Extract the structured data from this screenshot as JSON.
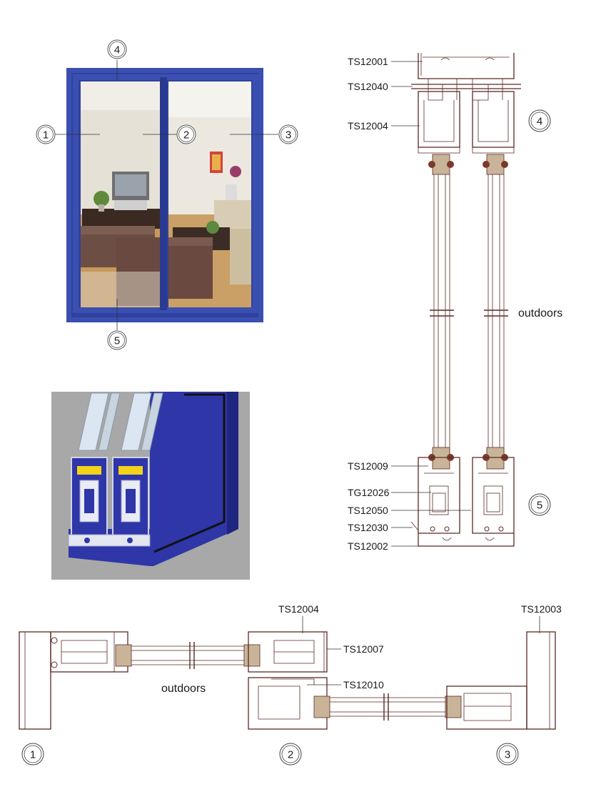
{
  "window_photo": {
    "markers": [
      "1",
      "2",
      "3",
      "4",
      "5"
    ],
    "colors": {
      "frame": "#3b4fb0",
      "frame_dark": "#2a3a90",
      "wall": "#e7e2d8",
      "floor": "#c89a5a"
    }
  },
  "vertical_section": {
    "labels": [
      "TS12001",
      "TS12040",
      "TS12004",
      "TS12009",
      "TG12026",
      "TS12050",
      "TS12030",
      "TS12002"
    ],
    "side_note": "outdoors",
    "markers": [
      "4",
      "5"
    ]
  },
  "horizontal_section": {
    "labels": [
      "TS12004",
      "TS12007",
      "TS12010",
      "TS12003"
    ],
    "side_note": "outdoors",
    "markers": [
      "1",
      "2",
      "3"
    ]
  },
  "cutaway": {
    "colors": {
      "background": "#a8a8a8",
      "profile": "#2e36a8",
      "gasket": "#f2d21a",
      "glass": "#dbe6f2"
    }
  },
  "colors": {
    "line": "#5a2a24",
    "accent": "#3b4fb0"
  }
}
